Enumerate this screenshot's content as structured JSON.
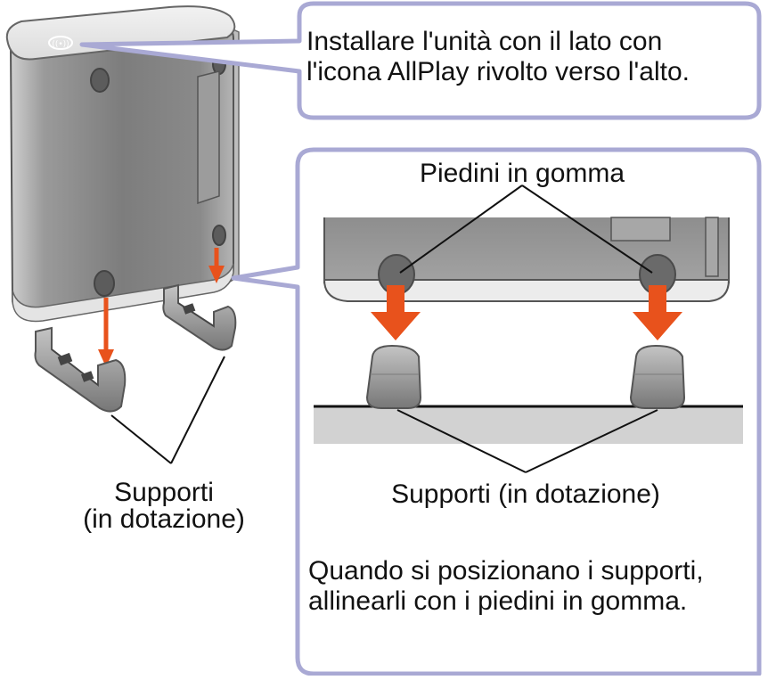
{
  "callout_top": {
    "lines": [
      "Installare l'unità con il lato con",
      "l'icona AllPlay rivolto verso l'alto."
    ]
  },
  "callout_detail": {
    "rubber_feet_label": "Piedini in gomma",
    "supports_label": "Supporti (in dotazione)",
    "instruction_lines": [
      "Quando si posizionano i supporti,",
      "allinearli con i piedini in gomma."
    ]
  },
  "left_diagram": {
    "supports_label_lines": [
      "Supporti",
      "(in dotazione)"
    ]
  },
  "colors": {
    "callout_border": "#a9a9d4",
    "arrow": "#e8521c",
    "device_body": "#8f8f8f",
    "table_surface": "#d2d2d2"
  },
  "icons": {
    "allplay": "allplay-icon"
  }
}
